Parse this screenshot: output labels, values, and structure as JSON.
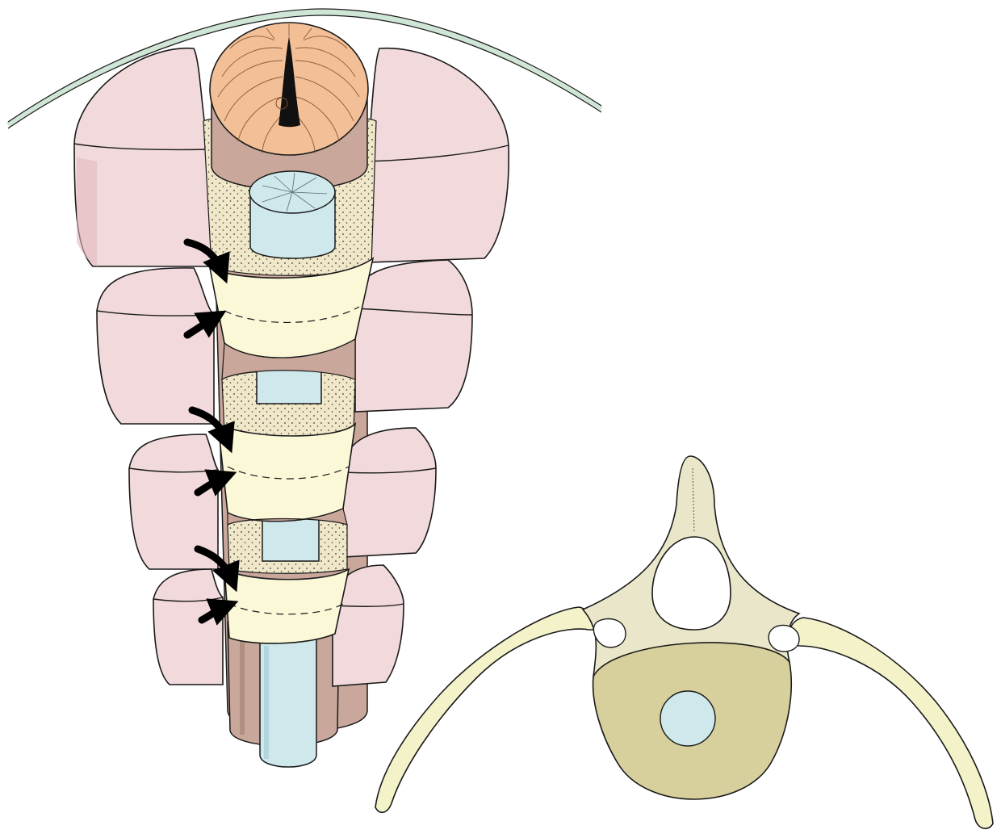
{
  "figure": {
    "labels": [],
    "colors": {
      "background": "#ffffff",
      "outline": "#1a1a1a",
      "skin_line": "#cfe6d6",
      "myomere": "#f1d9dc",
      "myomere_shade": "#e2b9be",
      "neural_tube": "#f2bf96",
      "neural_tube_lines": "#7a4a2e",
      "notochord": "#cfe8ec",
      "notochord_lines": "#5a6b70",
      "sheath": "#c9a79a",
      "sclerotome_dotted": "#efe7c8",
      "cartilage": "#fbf8d8",
      "arrow": "#000000",
      "vertebra_arch": "#e9e6c9",
      "vertebra_centrum": "#d7cf9c",
      "rib": "#f4f2c9"
    },
    "panels": [
      {
        "name": "segmented-axis",
        "arrows": 6
      },
      {
        "name": "vertebra-cross-section"
      }
    ]
  }
}
